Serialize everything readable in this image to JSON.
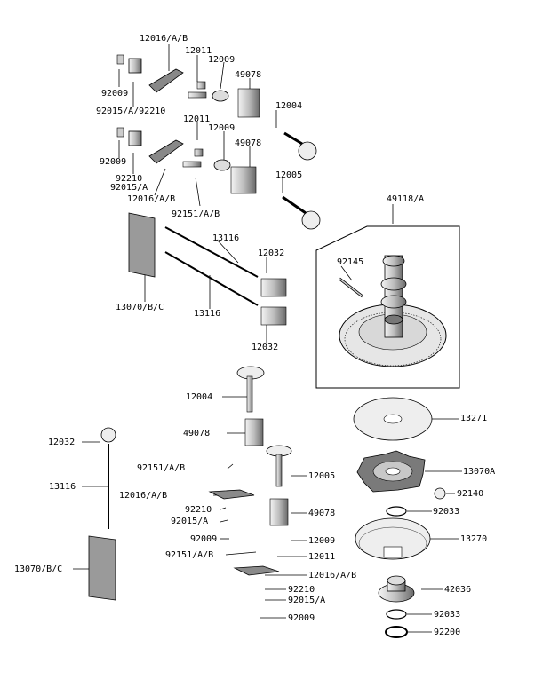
{
  "diagram": {
    "colors": {
      "ink": "#000000",
      "light": "#e6e6e6",
      "mid": "#bdbdbd",
      "dark": "#5a5a5a"
    },
    "labels": {
      "rocker_arm_a_b_top": "12016/A/B",
      "pivot_12011_a": "12011",
      "retainer_12009_a": "12009",
      "spring_49078_a": "49078",
      "valve_12004_a": "12004",
      "nut_92009_a": "92009",
      "pivot_set_a": "92015/A/92210",
      "pivot_12011_b": "12011",
      "retainer_12009_b": "12009",
      "spring_49078_b": "49078",
      "nut_92009_b": "92009",
      "bolt_92210_a": "92210",
      "pivot_92015_a": "92015/A",
      "valve_12005_a": "12005",
      "rocker_arm_a_b_mid": "12016/A/B",
      "stud_92151_a": "92151/A/B",
      "camshaft_assy": "49118/A",
      "pushrod_13116_a": "13116",
      "lifter_12032_a": "12032",
      "pin_92145": "92145",
      "guide_13070_bc_a": "13070/B/C",
      "pushrod_13116_b": "13116",
      "lifter_12032_b": "12032",
      "valve_12004_b": "12004",
      "plate_13271": "13271",
      "spring_49078_c": "49078",
      "lifter_12032_c": "12032",
      "stud_92151_b": "92151/A/B",
      "valve_12005_b": "12005",
      "weight_13070a": "13070A",
      "pushrod_13116_c": "13116",
      "rocker_arm_a_b_lower": "12016/A/B",
      "ball_92140": "92140",
      "bolt_92210_b": "92210",
      "pivot_92015_b": "92015/A",
      "spring_49078_d": "49078",
      "snap_ring_92033_a": "92033",
      "nut_92009_c": "92009",
      "retainer_12009_c": "12009",
      "plate_13270": "13270",
      "stud_92151_c": "92151/A/B",
      "pivot_12011_c": "12011",
      "guide_13070_bc_b": "13070/B/C",
      "rocker_arm_a_b_bottom": "12016/A/B",
      "sleeve_42036": "42036",
      "bolt_92210_c": "92210",
      "pivot_92015_c": "92015/A",
      "snap_ring_92033_b": "92033",
      "nut_92009_d": "92009",
      "washer_92200": "92200"
    }
  }
}
